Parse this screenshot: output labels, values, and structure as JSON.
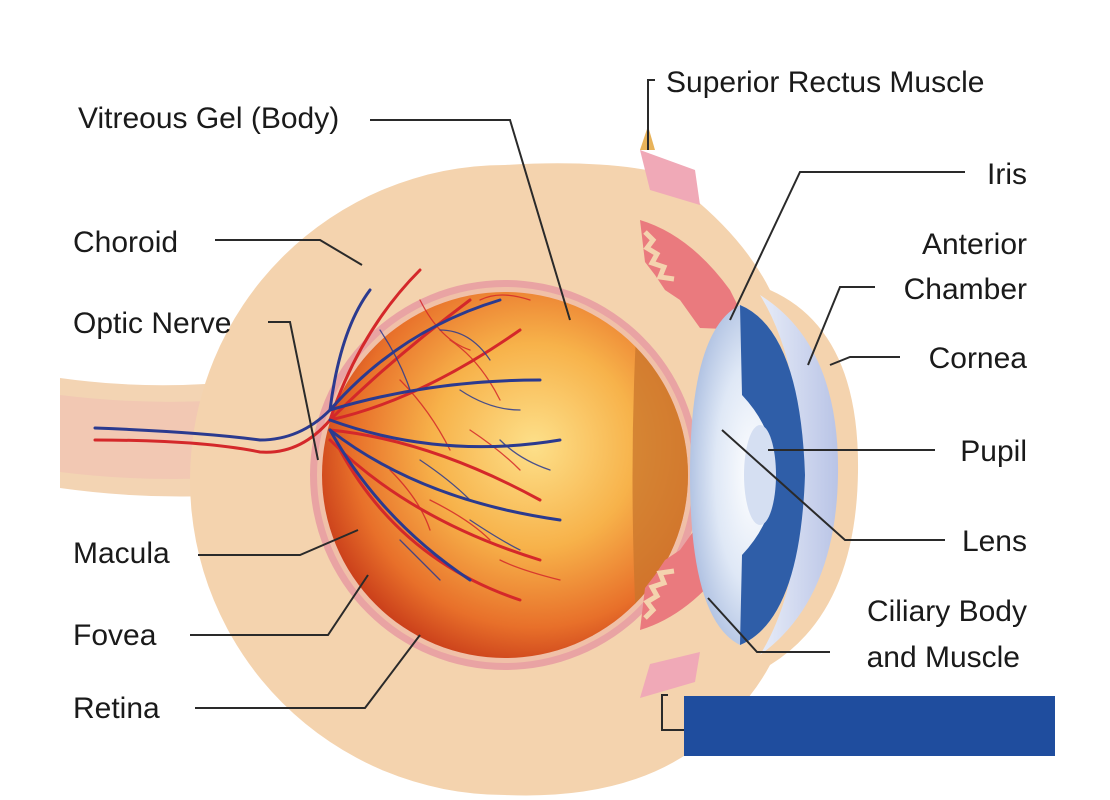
{
  "labels": {
    "vitreous_gel": "Vitreous Gel (Body)",
    "choroid": "Choroid",
    "optic_nerve": "Optic Nerve",
    "macula": "Macula",
    "fovea": "Fovea",
    "retina": "Retina",
    "superior_rectus": "Superior Rectus Muscle",
    "iris": "Iris",
    "anterior_chamber_1": "Anterior",
    "anterior_chamber_2": "Chamber",
    "cornea": "Cornea",
    "pupil": "Pupil",
    "lens": "Lens",
    "ciliary_1": "Ciliary Body",
    "ciliary_2": "and Muscle"
  },
  "colors": {
    "sclera": "#f4d3ae",
    "choroid_band": "#e9a3a3",
    "vitreous_center": "#fbcf6e",
    "vitreous_edge": "#d8451c",
    "muscle": "#f0a9b7",
    "ciliary": "#ea7a7e",
    "lens_blue": "#2f5ea8",
    "artery": "#d4282a",
    "vein": "#2b3a8f",
    "redaction_box": "#1f4d9e"
  }
}
